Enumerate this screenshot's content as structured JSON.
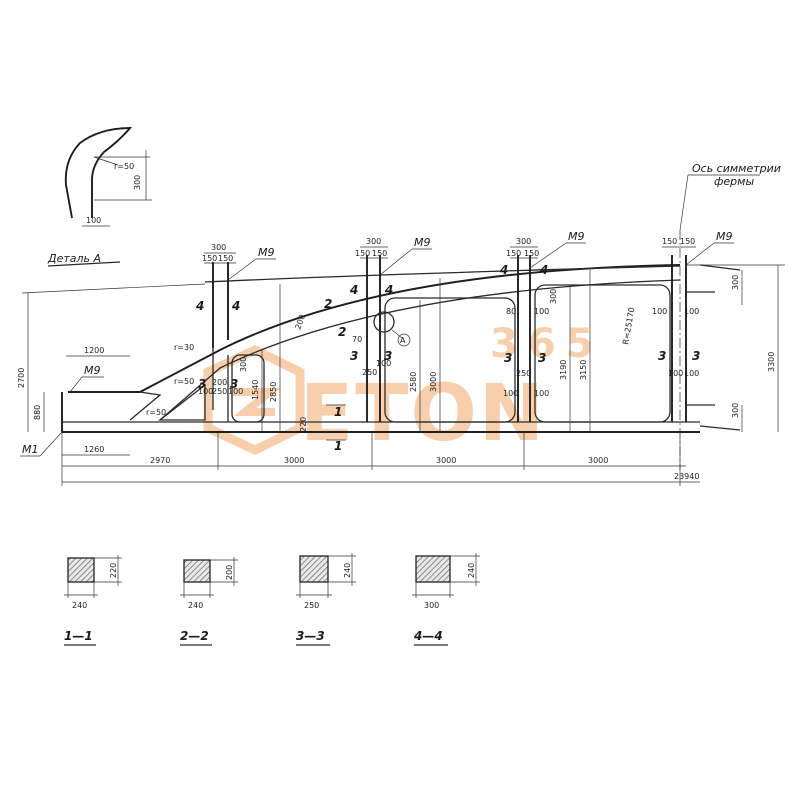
{
  "detail": {
    "title": "Деталь А",
    "radius": "r=50",
    "dim_vertical": "300",
    "dim_horizontal": "100"
  },
  "symmetry": {
    "label_line1": "Ось симметрии",
    "label_line2": "фермы"
  },
  "embedded_parts": {
    "m9": "М9",
    "m1": "М1"
  },
  "marks": {
    "section1": "1",
    "section2": "2",
    "section3": "3",
    "section4": "4",
    "detail_ref": "А"
  },
  "radii": {
    "r30": "r=30",
    "r50a": "r=50",
    "r50b": "r=50",
    "big_arc": "R=25170"
  },
  "dims_top": {
    "d300_1": "300",
    "d150_1a": "150",
    "d150_1b": "150",
    "d300_2": "300",
    "d150_2a": "150",
    "d150_2b": "150",
    "d300_3": "300",
    "d150_3a": "150",
    "d150_3b": "150",
    "d150_4a": "150",
    "d150_4b": "150"
  },
  "dims_left": {
    "d1200": "1200",
    "d2700": "2700",
    "d880": "880",
    "d1260": "1260"
  },
  "dims_inner": {
    "d200": "200",
    "d300a": "300",
    "d1540": "1540",
    "d2850": "2850",
    "d200b": "200",
    "d250a": "250",
    "d100a": "100",
    "d100b": "100",
    "d70": "70",
    "d100c": "100",
    "d2580": "2580",
    "d3000v": "3000",
    "d250b": "250",
    "d220": "220",
    "d100d": "100",
    "d100e": "100",
    "d80": "80",
    "d100f": "100",
    "d3190": "3190",
    "d3150": "3150",
    "d100g": "100",
    "d100h": "100",
    "d300c": "300",
    "d250c": "250",
    "d100i": "100",
    "d100j": "100",
    "d300r1": "300",
    "d300r2": "300",
    "d3300": "3300"
  },
  "dims_bottom": {
    "d2970": "2970",
    "d3000a": "3000",
    "d3000b": "3000",
    "d3000c": "3000",
    "d23940": "23940"
  },
  "sections": [
    {
      "title": "1—1",
      "width": "240",
      "height": "220"
    },
    {
      "title": "2—2",
      "width": "240",
      "height": "200"
    },
    {
      "title": "3—3",
      "width": "250",
      "height": "240"
    },
    {
      "title": "4—4",
      "width": "300",
      "height": "240"
    }
  ],
  "watermark": {
    "number": "365",
    "brand": "ETON",
    "brand_color": "#f2a15c"
  }
}
